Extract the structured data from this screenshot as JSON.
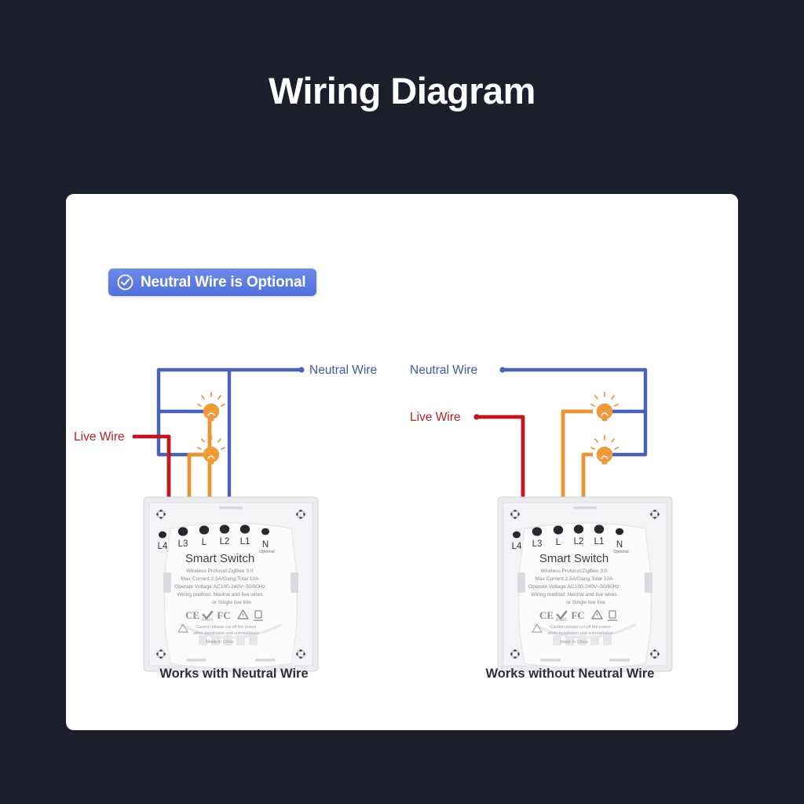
{
  "page": {
    "title": "Wiring Diagram",
    "background_color": "#1b1f2a",
    "card_color": "#ffffff"
  },
  "badge": {
    "label": "Neutral Wire is Optional",
    "icon": "check-circle-icon",
    "color": "#4f6fdd"
  },
  "wire_colors": {
    "neutral": "#4a63b8",
    "live": "#c0171d",
    "load": "#eb9433",
    "neutral_label": "#4256a6",
    "live_label": "#b52025"
  },
  "diagrams": [
    {
      "id": "with-neutral",
      "caption": "Works with Neutral Wire",
      "labels": {
        "neutral": "Neutral Wire",
        "live": "Live Wire"
      },
      "bulbs": 2,
      "neutral_connected": true,
      "connected_terminals": [
        "L",
        "L2",
        "L1",
        "N"
      ]
    },
    {
      "id": "without-neutral",
      "caption": "Works without Neutral Wire",
      "labels": {
        "neutral": "Neutral Wire",
        "live": "Live Wire"
      },
      "bulbs": 2,
      "neutral_connected": false,
      "connected_terminals": [
        "L",
        "L2",
        "L1"
      ]
    }
  ],
  "switch": {
    "title": "Smart Switch",
    "terminals": [
      "L4",
      "L3",
      "L",
      "L2",
      "L1",
      "N"
    ],
    "terminal_n_note": "Optional",
    "specs": [
      "Wireless Protocol:ZigBee 3.0",
      "Max Current:2.5A/Gang;Total 10A",
      "Operate Voltage:AC100-240V~50/60Hz",
      "Wiring method: Neutral and live wires",
      "or Single live line"
    ],
    "certifications": [
      "CE",
      "RoHS",
      "FC",
      "warning",
      "WEEE"
    ],
    "caution_lines": [
      "Caution:please cut off the power",
      "when installation and uninstallation"
    ],
    "origin": "Made In China"
  }
}
